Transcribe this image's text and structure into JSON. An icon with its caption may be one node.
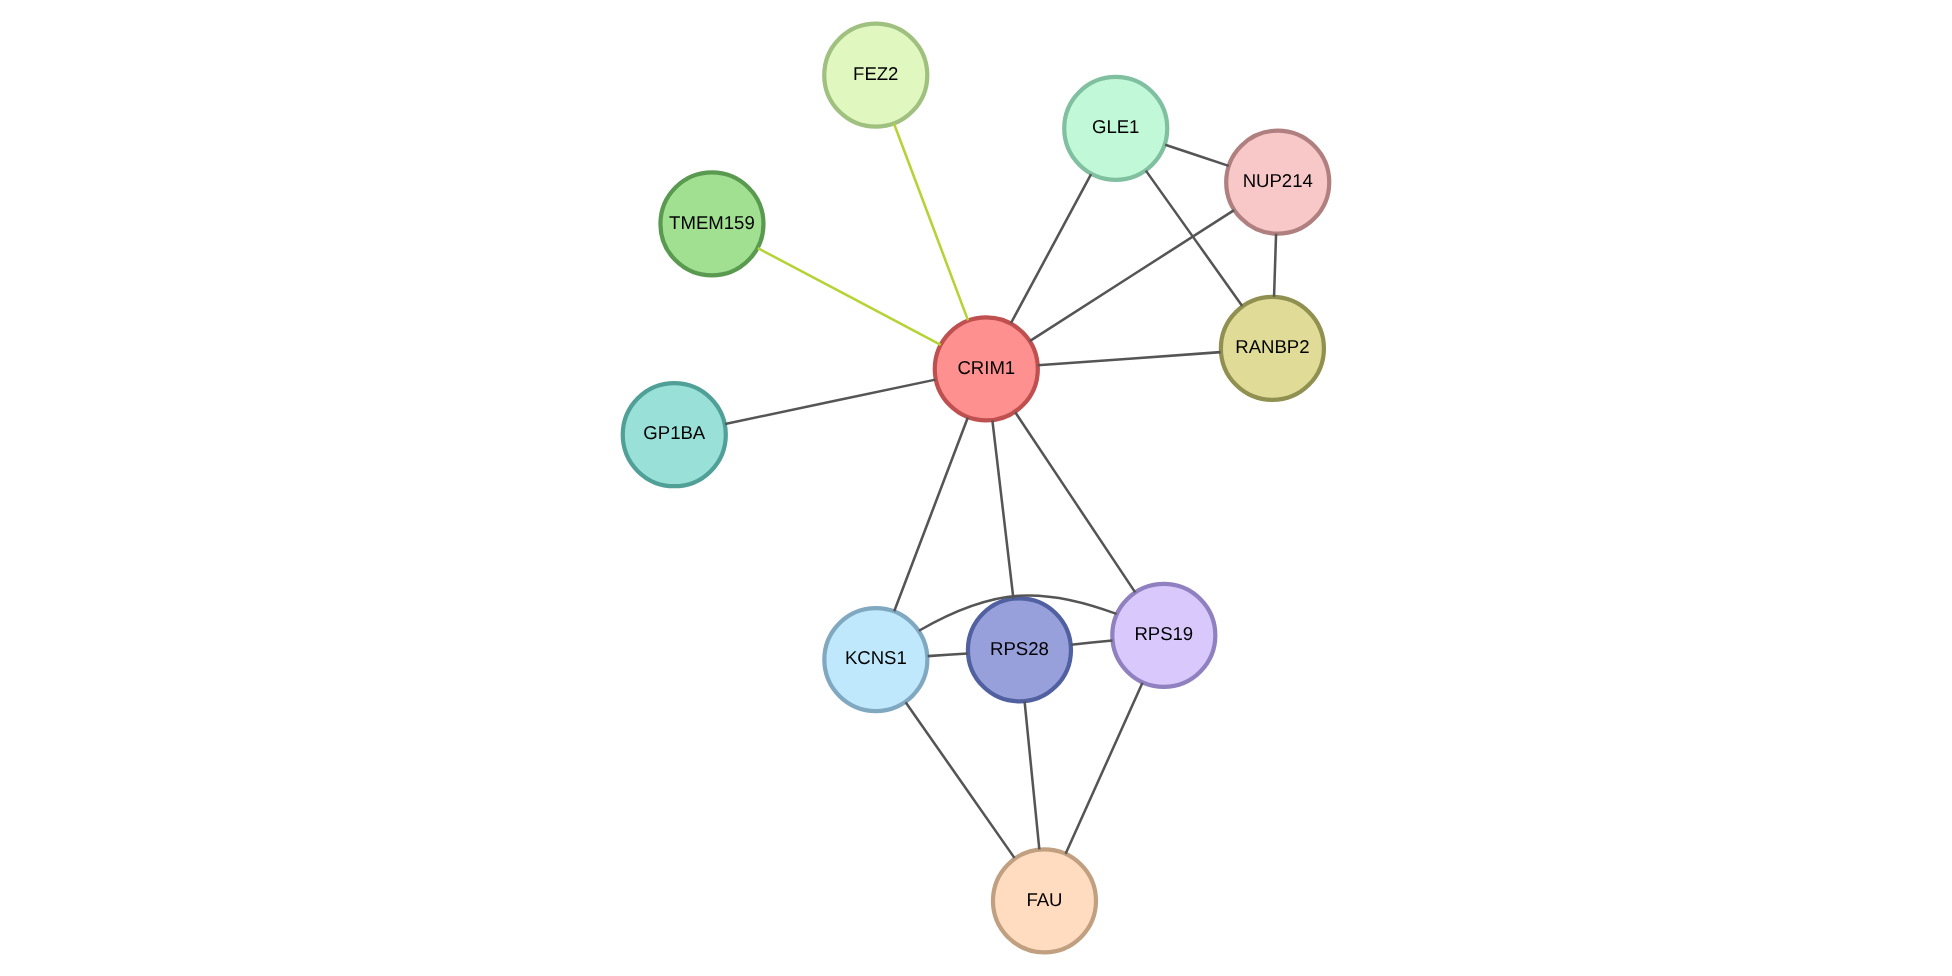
{
  "diagram": {
    "nodes": [
      {
        "text": [
          "TMEM159"
        ]
      },
      {
        "text": [
          "NUP214"
        ]
      },
      {
        "text": [
          "RANBP2"
        ]
      },
      {
        "text": [
          "FEZ2"
        ]
      },
      {
        "text": [
          "GLE1"
        ]
      },
      {
        "text": [
          "CRIM1"
        ]
      },
      {
        "text": [
          "KCNS1"
        ]
      },
      {
        "text": [
          "RPS19"
        ]
      },
      {
        "text": [
          "GP1BA"
        ]
      },
      {
        "text": [
          "RPS28"
        ]
      },
      {
        "text": [
          "FAU"
        ]
      }
    ],
    "edges": [
      {
        "from": 0,
        "to": 5,
        "arrow": "none",
        "color": "#b5d334"
      },
      {
        "from": 3,
        "to": 5,
        "arrow": "none",
        "color": "#b5d334"
      },
      {
        "from": 1,
        "to": 5,
        "arrow": "none"
      },
      {
        "from": 1,
        "to": 2,
        "arrow": "none"
      },
      {
        "from": 1,
        "to": 4,
        "arrow": "none"
      },
      {
        "from": 2,
        "to": 4,
        "arrow": "none"
      },
      {
        "from": 2,
        "to": 5,
        "arrow": "none"
      },
      {
        "from": 4,
        "to": 5,
        "arrow": "none"
      },
      {
        "from": 5,
        "to": 8,
        "arrow": "none"
      },
      {
        "from": 5,
        "to": 7,
        "arrow": "none"
      },
      {
        "from": 5,
        "to": 6,
        "arrow": "none"
      },
      {
        "from": 5,
        "to": 9,
        "arrow": "none"
      },
      {
        "from": 7,
        "to": 6,
        "arrow": "none"
      },
      {
        "from": 7,
        "to": 10,
        "arrow": "none"
      },
      {
        "from": 7,
        "to": 9,
        "arrow": "none"
      },
      {
        "from": 6,
        "to": 10,
        "arrow": "none"
      },
      {
        "from": 6,
        "to": 9,
        "arrow": "none"
      },
      {
        "from": 10,
        "to": 9,
        "arrow": "none"
      }
    ]
  }
}
